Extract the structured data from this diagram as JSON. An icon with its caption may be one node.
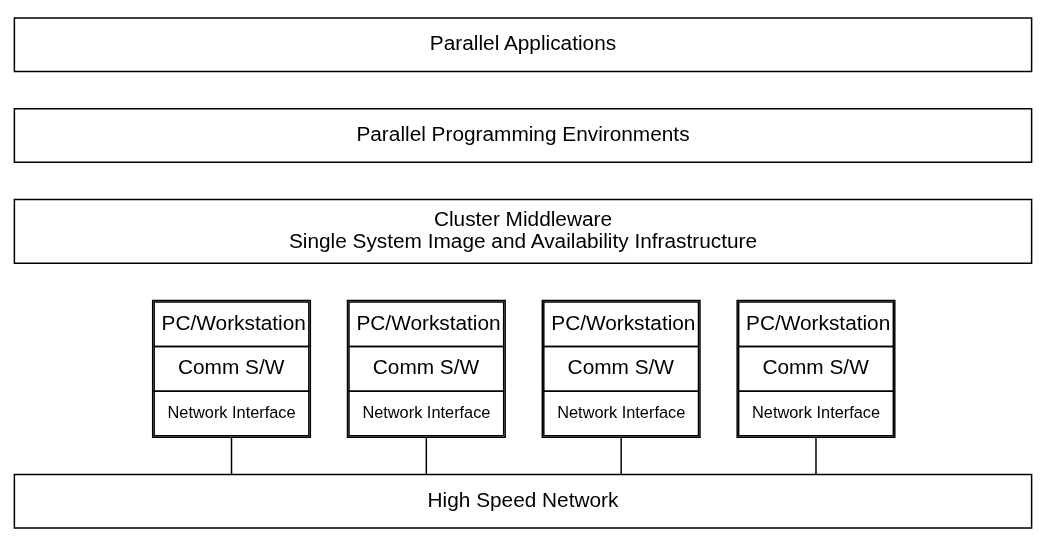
{
  "diagram": {
    "nodes": [
      {
        "text": [
          "Parallel Applications"
        ]
      },
      {
        "text": [
          "Parallel Programming Environments"
        ]
      },
      {
        "text": [
          "Cluster Middleware",
          "Single System Image and Availability Infrastructure"
        ]
      },
      {
        "text": [
          "PC/Workstation",
          "Comm S/W",
          "Network Interface"
        ]
      },
      {
        "text": [
          "PC/Workstation",
          "Comm S/W",
          "Network Interface"
        ]
      },
      {
        "text": [
          "PC/Workstation",
          "Comm S/W",
          "Network Interface"
        ]
      },
      {
        "text": [
          "PC/Workstation",
          "Comm S/W",
          "Network Interface"
        ]
      },
      {
        "text": [
          "High Speed Network"
        ]
      }
    ],
    "edges": [
      {
        "from": 3,
        "to": 7,
        "arrow": "none"
      },
      {
        "from": 4,
        "to": 7,
        "arrow": "none"
      },
      {
        "from": 5,
        "to": 7,
        "arrow": "none"
      },
      {
        "from": 6,
        "to": 7,
        "arrow": "none"
      }
    ]
  }
}
